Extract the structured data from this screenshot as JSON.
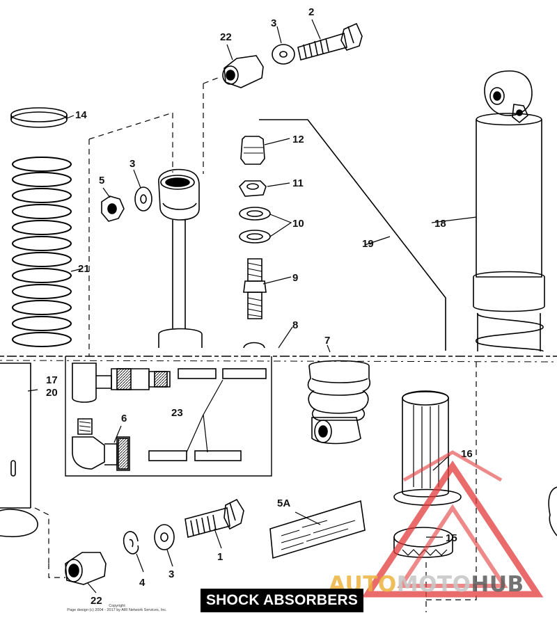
{
  "title": "SHOCK ABSORBERS",
  "copyright": "Copyright\nPage design (c) 2004 - 2017 by ARI Network Services, Inc.",
  "watermark": {
    "part_a": "AUTO",
    "part_b": "MOTO",
    "part_c": "HUB",
    "color_triangle": "#e23a3a"
  },
  "callouts": {
    "c1": "1",
    "c2": "2",
    "c3a": "3",
    "c3b": "3",
    "c3c": "3",
    "c4": "4",
    "c5": "5",
    "c5a": "5A",
    "c6": "6",
    "c7": "7",
    "c8": "8",
    "c9": "9",
    "c10": "10",
    "c11": "11",
    "c12": "12",
    "c14": "14",
    "c15": "15",
    "c16": "16",
    "c17": "17",
    "c18": "18",
    "c19": "19",
    "c20": "20",
    "c21": "21",
    "c22a": "22",
    "c22b": "22",
    "c23": "23"
  }
}
